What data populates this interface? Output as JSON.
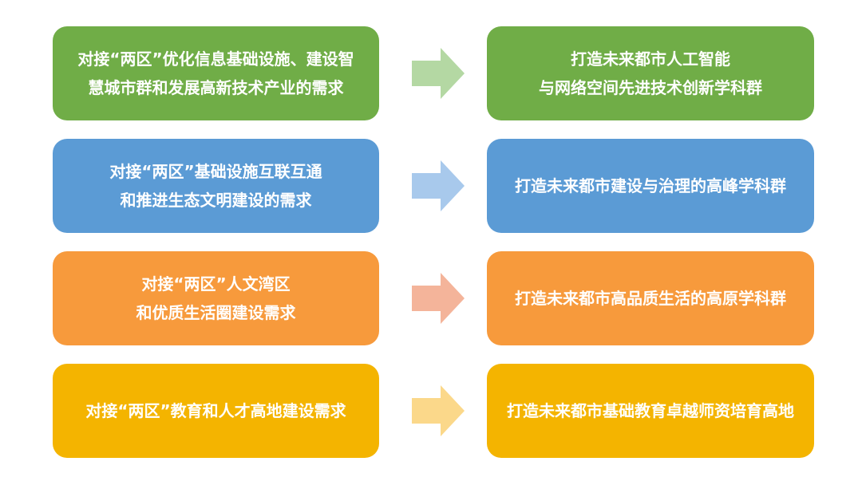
{
  "rows": [
    {
      "left_text": "对接“两区”优化信息基础设施、建设智\n慧城市群和发展高新技术产业的需求",
      "right_text": "打造未来都市人工智能\n与网络空间先进技术创新学科群",
      "box_color": "#70ad47",
      "arrow_color": "#b4d8a3"
    },
    {
      "left_text": "对接“两区”基础设施互联互通\n和推进生态文明建设的需求",
      "right_text": "打造未来都市建设与治理的高峰学科群",
      "box_color": "#5b9bd5",
      "arrow_color": "#a8c9ec"
    },
    {
      "left_text": "对接“两区”人文湾区\n和优质生活圈建设需求",
      "right_text": "打造未来都市高品质生活的高原学科群",
      "box_color": "#f79a3c",
      "arrow_color": "#f4b49a"
    },
    {
      "left_text": "对接“两区”教育和人才高地建设需求",
      "right_text": "打造未来都市基础教育卓越师资培育高地",
      "box_color": "#f4b400",
      "arrow_color": "#fbd88a"
    }
  ]
}
